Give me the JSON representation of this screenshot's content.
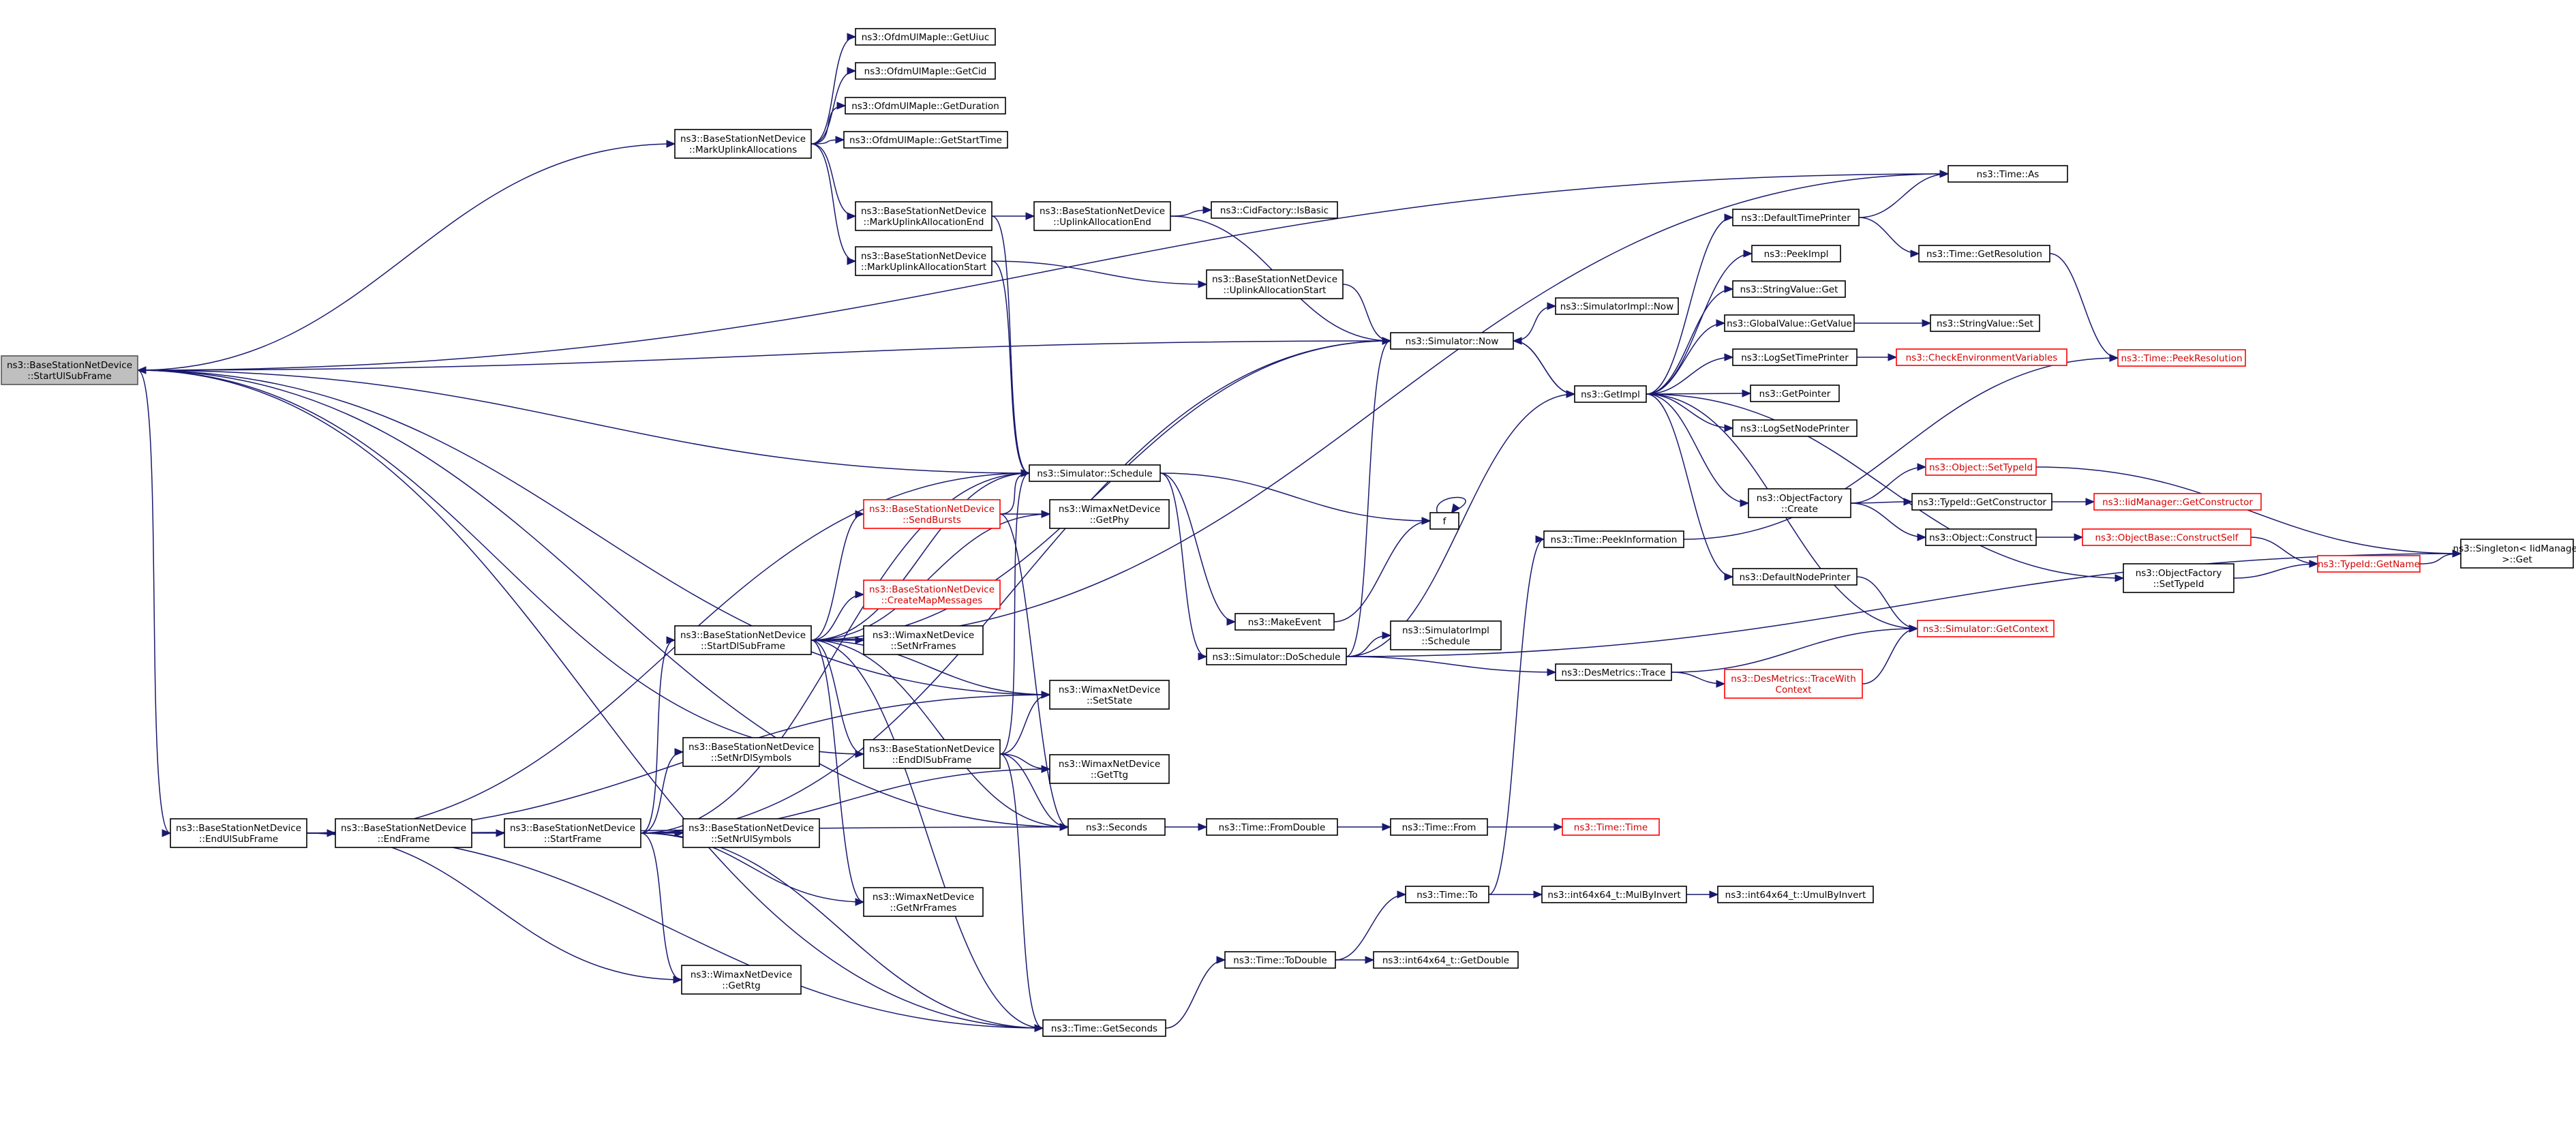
{
  "graph": {
    "colors": {
      "edge": "#191970",
      "node_border": "#000000",
      "unresolved_border": "#ff0000",
      "root_fill": "#bfbfbf"
    },
    "nodes": [
      {
        "id": "root",
        "lines": [
          "ns3::BaseStationNetDevice",
          "::StartUlSubFrame"
        ],
        "style": "root"
      },
      {
        "id": "markUl",
        "lines": [
          "ns3::BaseStationNetDevice",
          "::MarkUplinkAllocations"
        ]
      },
      {
        "id": "getUiuc",
        "lines": [
          "ns3::OfdmUlMapIe::GetUiuc"
        ]
      },
      {
        "id": "getCid",
        "lines": [
          "ns3::OfdmUlMapIe::GetCid"
        ]
      },
      {
        "id": "getDuration",
        "lines": [
          "ns3::OfdmUlMapIe::GetDuration"
        ]
      },
      {
        "id": "getStartTime",
        "lines": [
          "ns3::OfdmUlMapIe::GetStartTime"
        ]
      },
      {
        "id": "markUlEnd",
        "lines": [
          "ns3::BaseStationNetDevice",
          "::MarkUplinkAllocationEnd"
        ]
      },
      {
        "id": "markUlStart",
        "lines": [
          "ns3::BaseStationNetDevice",
          "::MarkUplinkAllocationStart"
        ]
      },
      {
        "id": "ulAllocEnd",
        "lines": [
          "ns3::BaseStationNetDevice",
          "::UplinkAllocationEnd"
        ]
      },
      {
        "id": "ulAllocStart",
        "lines": [
          "ns3::BaseStationNetDevice",
          "::UplinkAllocationStart"
        ]
      },
      {
        "id": "cidIsBasic",
        "lines": [
          "ns3::CidFactory::IsBasic"
        ]
      },
      {
        "id": "timeAs",
        "lines": [
          "ns3::Time::As"
        ]
      },
      {
        "id": "defTimePrinter",
        "lines": [
          "ns3::DefaultTimePrinter"
        ]
      },
      {
        "id": "timeGetRes",
        "lines": [
          "ns3::Time::GetResolution"
        ]
      },
      {
        "id": "timePeekRes",
        "lines": [
          "ns3::Time::PeekResolution"
        ],
        "style": "red"
      },
      {
        "id": "peekImpl",
        "lines": [
          "ns3::PeekImpl"
        ]
      },
      {
        "id": "strValGet",
        "lines": [
          "ns3::StringValue::Get"
        ]
      },
      {
        "id": "globalValGet",
        "lines": [
          "ns3::GlobalValue::GetValue"
        ]
      },
      {
        "id": "strValSet",
        "lines": [
          "ns3::StringValue::Set"
        ]
      },
      {
        "id": "logSetTimePrinter",
        "lines": [
          "ns3::LogSetTimePrinter"
        ]
      },
      {
        "id": "checkEnv",
        "lines": [
          "ns3::CheckEnvironmentVariables"
        ],
        "style": "red"
      },
      {
        "id": "getPointer",
        "lines": [
          "ns3::GetPointer"
        ]
      },
      {
        "id": "logSetNodePrinter",
        "lines": [
          "ns3::LogSetNodePrinter"
        ]
      },
      {
        "id": "simImplNow",
        "lines": [
          "ns3::SimulatorImpl::Now"
        ]
      },
      {
        "id": "simNow",
        "lines": [
          "ns3::Simulator::Now"
        ]
      },
      {
        "id": "getImpl",
        "lines": [
          "ns3::GetImpl"
        ]
      },
      {
        "id": "simSchedule",
        "lines": [
          "ns3::Simulator::Schedule"
        ]
      },
      {
        "id": "fNode",
        "lines": [
          "f"
        ]
      },
      {
        "id": "sendBursts",
        "lines": [
          "ns3::BaseStationNetDevice",
          "::SendBursts"
        ],
        "style": "red"
      },
      {
        "id": "getPhy",
        "lines": [
          "ns3::WimaxNetDevice",
          "::GetPhy"
        ]
      },
      {
        "id": "createMap",
        "lines": [
          "ns3::BaseStationNetDevice",
          "::CreateMapMessages"
        ],
        "style": "red"
      },
      {
        "id": "startDl",
        "lines": [
          "ns3::BaseStationNetDevice",
          "::StartDlSubFrame"
        ]
      },
      {
        "id": "setNrFrames",
        "lines": [
          "ns3::WimaxNetDevice",
          "::SetNrFrames"
        ]
      },
      {
        "id": "makeEvent",
        "lines": [
          "ns3::MakeEvent"
        ]
      },
      {
        "id": "doSchedule",
        "lines": [
          "ns3::Simulator::DoSchedule"
        ]
      },
      {
        "id": "simImplSched",
        "lines": [
          "ns3::SimulatorImpl",
          "::Schedule"
        ]
      },
      {
        "id": "objFactCreate",
        "lines": [
          "ns3::ObjectFactory",
          "::Create"
        ]
      },
      {
        "id": "objSetTypeId",
        "lines": [
          "ns3::Object::SetTypeId"
        ],
        "style": "red"
      },
      {
        "id": "typeIdGetCtor",
        "lines": [
          "ns3::TypeId::GetConstructor"
        ]
      },
      {
        "id": "iidGetCtor",
        "lines": [
          "ns3::IidManager::GetConstructor"
        ],
        "style": "red"
      },
      {
        "id": "objConstruct",
        "lines": [
          "ns3::Object::Construct"
        ]
      },
      {
        "id": "objBaseConstructSelf",
        "lines": [
          "ns3::ObjectBase::ConstructSelf"
        ],
        "style": "red"
      },
      {
        "id": "timePeekInfo",
        "lines": [
          "ns3::Time::PeekInformation"
        ]
      },
      {
        "id": "objFactSetTypeId",
        "lines": [
          "ns3::ObjectFactory",
          "::SetTypeId"
        ]
      },
      {
        "id": "typeIdGetName",
        "lines": [
          "ns3::TypeId::GetName"
        ],
        "style": "red"
      },
      {
        "id": "singletonGet",
        "lines": [
          "ns3::Singleton< IidManager",
          ">::Get"
        ]
      },
      {
        "id": "defNodePrinter",
        "lines": [
          "ns3::DefaultNodePrinter"
        ]
      },
      {
        "id": "simGetContext",
        "lines": [
          "ns3::Simulator::GetContext"
        ],
        "style": "red"
      },
      {
        "id": "desTrace",
        "lines": [
          "ns3::DesMetrics::Trace"
        ]
      },
      {
        "id": "desTraceCtx",
        "lines": [
          "ns3::DesMetrics::TraceWith",
          "Context"
        ],
        "style": "red"
      },
      {
        "id": "setState",
        "lines": [
          "ns3::WimaxNetDevice",
          "::SetState"
        ]
      },
      {
        "id": "endDl",
        "lines": [
          "ns3::BaseStationNetDevice",
          "::EndDlSubFrame"
        ]
      },
      {
        "id": "getTtg",
        "lines": [
          "ns3::WimaxNetDevice",
          "::GetTtg"
        ]
      },
      {
        "id": "setNrDlSym",
        "lines": [
          "ns3::BaseStationNetDevice",
          "::SetNrDlSymbols"
        ]
      },
      {
        "id": "endUl",
        "lines": [
          "ns3::BaseStationNetDevice",
          "::EndUlSubFrame"
        ]
      },
      {
        "id": "endFrame",
        "lines": [
          "ns3::BaseStationNetDevice",
          "::EndFrame"
        ]
      },
      {
        "id": "startFrame",
        "lines": [
          "ns3::BaseStationNetDevice",
          "::StartFrame"
        ]
      },
      {
        "id": "setNrUlSym",
        "lines": [
          "ns3::BaseStationNetDevice",
          "::SetNrUlSymbols"
        ]
      },
      {
        "id": "seconds",
        "lines": [
          "ns3::Seconds"
        ]
      },
      {
        "id": "fromDouble",
        "lines": [
          "ns3::Time::FromDouble"
        ]
      },
      {
        "id": "timeFrom",
        "lines": [
          "ns3::Time::From"
        ]
      },
      {
        "id": "timeTime",
        "lines": [
          "ns3::Time::Time"
        ],
        "style": "red"
      },
      {
        "id": "getNrFrames",
        "lines": [
          "ns3::WimaxNetDevice",
          "::GetNrFrames"
        ]
      },
      {
        "id": "getRtg",
        "lines": [
          "ns3::WimaxNetDevice",
          "::GetRtg"
        ]
      },
      {
        "id": "timeTo",
        "lines": [
          "ns3::Time::To"
        ]
      },
      {
        "id": "mulByInvert",
        "lines": [
          "ns3::int64x64_t::MulByInvert"
        ]
      },
      {
        "id": "umulByInvert",
        "lines": [
          "ns3::int64x64_t::UmulByInvert"
        ]
      },
      {
        "id": "toDouble",
        "lines": [
          "ns3::Time::ToDouble"
        ]
      },
      {
        "id": "getDouble",
        "lines": [
          "ns3::int64x64_t::GetDouble"
        ]
      },
      {
        "id": "getSeconds",
        "lines": [
          "ns3::Time::GetSeconds"
        ]
      }
    ],
    "edges": [
      [
        "root",
        "markUl"
      ],
      [
        "root",
        "timeAs"
      ],
      [
        "root",
        "simNow"
      ],
      [
        "root",
        "simSchedule"
      ],
      [
        "root",
        "setState"
      ],
      [
        "root",
        "endUl"
      ],
      [
        "root",
        "seconds"
      ],
      [
        "root",
        "getSeconds"
      ],
      [
        "markUl",
        "getUiuc"
      ],
      [
        "markUl",
        "getCid"
      ],
      [
        "markUl",
        "getDuration"
      ],
      [
        "markUl",
        "getStartTime"
      ],
      [
        "markUl",
        "markUlEnd"
      ],
      [
        "markUl",
        "markUlStart"
      ],
      [
        "markUlEnd",
        "ulAllocEnd"
      ],
      [
        "markUlEnd",
        "simSchedule"
      ],
      [
        "markUlStart",
        "ulAllocStart"
      ],
      [
        "markUlStart",
        "simSchedule"
      ],
      [
        "ulAllocEnd",
        "cidIsBasic"
      ],
      [
        "ulAllocEnd",
        "simNow"
      ],
      [
        "ulAllocStart",
        "simNow"
      ],
      [
        "simNow",
        "simImplNow"
      ],
      [
        "simNow",
        "getImpl"
      ],
      [
        "getImpl",
        "simNow"
      ],
      [
        "getImpl",
        "defTimePrinter"
      ],
      [
        "getImpl",
        "peekImpl"
      ],
      [
        "getImpl",
        "strValGet"
      ],
      [
        "getImpl",
        "globalValGet"
      ],
      [
        "getImpl",
        "logSetTimePrinter"
      ],
      [
        "getImpl",
        "getPointer"
      ],
      [
        "getImpl",
        "logSetNodePrinter"
      ],
      [
        "getImpl",
        "objFactCreate"
      ],
      [
        "getImpl",
        "objFactSetTypeId"
      ],
      [
        "getImpl",
        "defNodePrinter"
      ],
      [
        "getImpl",
        "simGetContext"
      ],
      [
        "defTimePrinter",
        "timeAs"
      ],
      [
        "defTimePrinter",
        "timeGetRes"
      ],
      [
        "timeGetRes",
        "timePeekRes"
      ],
      [
        "globalValGet",
        "strValSet"
      ],
      [
        "logSetTimePrinter",
        "checkEnv"
      ],
      [
        "objFactCreate",
        "objSetTypeId"
      ],
      [
        "objFactCreate",
        "typeIdGetCtor"
      ],
      [
        "objFactCreate",
        "objConstruct"
      ],
      [
        "typeIdGetCtor",
        "iidGetCtor"
      ],
      [
        "objSetTypeId",
        "singletonGet"
      ],
      [
        "objConstruct",
        "objBaseConstructSelf"
      ],
      [
        "objBaseConstructSelf",
        "typeIdGetName"
      ],
      [
        "objFactSetTypeId",
        "typeIdGetName"
      ],
      [
        "typeIdGetName",
        "singletonGet"
      ],
      [
        "defNodePrinter",
        "simGetContext"
      ],
      [
        "simSchedule",
        "fNode"
      ],
      [
        "simSchedule",
        "makeEvent"
      ],
      [
        "simSchedule",
        "doSchedule"
      ],
      [
        "makeEvent",
        "fNode"
      ],
      [
        "fNode",
        "fNode"
      ],
      [
        "doSchedule",
        "simNow"
      ],
      [
        "doSchedule",
        "getImpl"
      ],
      [
        "doSchedule",
        "simImplSched"
      ],
      [
        "doSchedule",
        "desTrace"
      ],
      [
        "doSchedule",
        "singletonGet"
      ],
      [
        "desTrace",
        "simGetContext"
      ],
      [
        "desTrace",
        "desTraceCtx"
      ],
      [
        "desTraceCtx",
        "simGetContext"
      ],
      [
        "timePeekInfo",
        "timePeekRes"
      ],
      [
        "sendBursts",
        "simSchedule"
      ],
      [
        "sendBursts",
        "getPhy"
      ],
      [
        "sendBursts",
        "seconds"
      ],
      [
        "startDl",
        "timeAs"
      ],
      [
        "startDl",
        "simSchedule"
      ],
      [
        "startDl",
        "sendBursts"
      ],
      [
        "startDl",
        "getPhy"
      ],
      [
        "startDl",
        "createMap"
      ],
      [
        "startDl",
        "setNrFrames"
      ],
      [
        "startDl",
        "setState"
      ],
      [
        "startDl",
        "endDl"
      ],
      [
        "startDl",
        "getNrFrames"
      ],
      [
        "startDl",
        "seconds"
      ],
      [
        "startDl",
        "getSeconds"
      ],
      [
        "startDl",
        "simNow"
      ],
      [
        "endDl",
        "root"
      ],
      [
        "endDl",
        "simSchedule"
      ],
      [
        "endDl",
        "setState"
      ],
      [
        "endDl",
        "getTtg"
      ],
      [
        "endDl",
        "seconds"
      ],
      [
        "endDl",
        "getSeconds"
      ],
      [
        "endUl",
        "simSchedule"
      ],
      [
        "endUl",
        "setState"
      ],
      [
        "endUl",
        "endFrame"
      ],
      [
        "endUl",
        "getRtg"
      ],
      [
        "endUl",
        "seconds"
      ],
      [
        "endUl",
        "getSeconds"
      ],
      [
        "endFrame",
        "startFrame"
      ],
      [
        "startFrame",
        "simSchedule"
      ],
      [
        "startFrame",
        "startDl"
      ],
      [
        "startFrame",
        "setNrDlSym"
      ],
      [
        "startFrame",
        "setNrUlSym"
      ],
      [
        "startFrame",
        "getTtg"
      ],
      [
        "startFrame",
        "getNrFrames"
      ],
      [
        "startFrame",
        "getRtg"
      ],
      [
        "startFrame",
        "getSeconds"
      ],
      [
        "startFrame",
        "simNow"
      ],
      [
        "seconds",
        "fromDouble"
      ],
      [
        "fromDouble",
        "timeFrom"
      ],
      [
        "timeFrom",
        "timeTime"
      ],
      [
        "getSeconds",
        "toDouble"
      ],
      [
        "toDouble",
        "timeTo"
      ],
      [
        "toDouble",
        "getDouble"
      ],
      [
        "timeTo",
        "timePeekInfo"
      ],
      [
        "timeTo",
        "mulByInvert"
      ],
      [
        "mulByInvert",
        "umulByInvert"
      ]
    ]
  }
}
